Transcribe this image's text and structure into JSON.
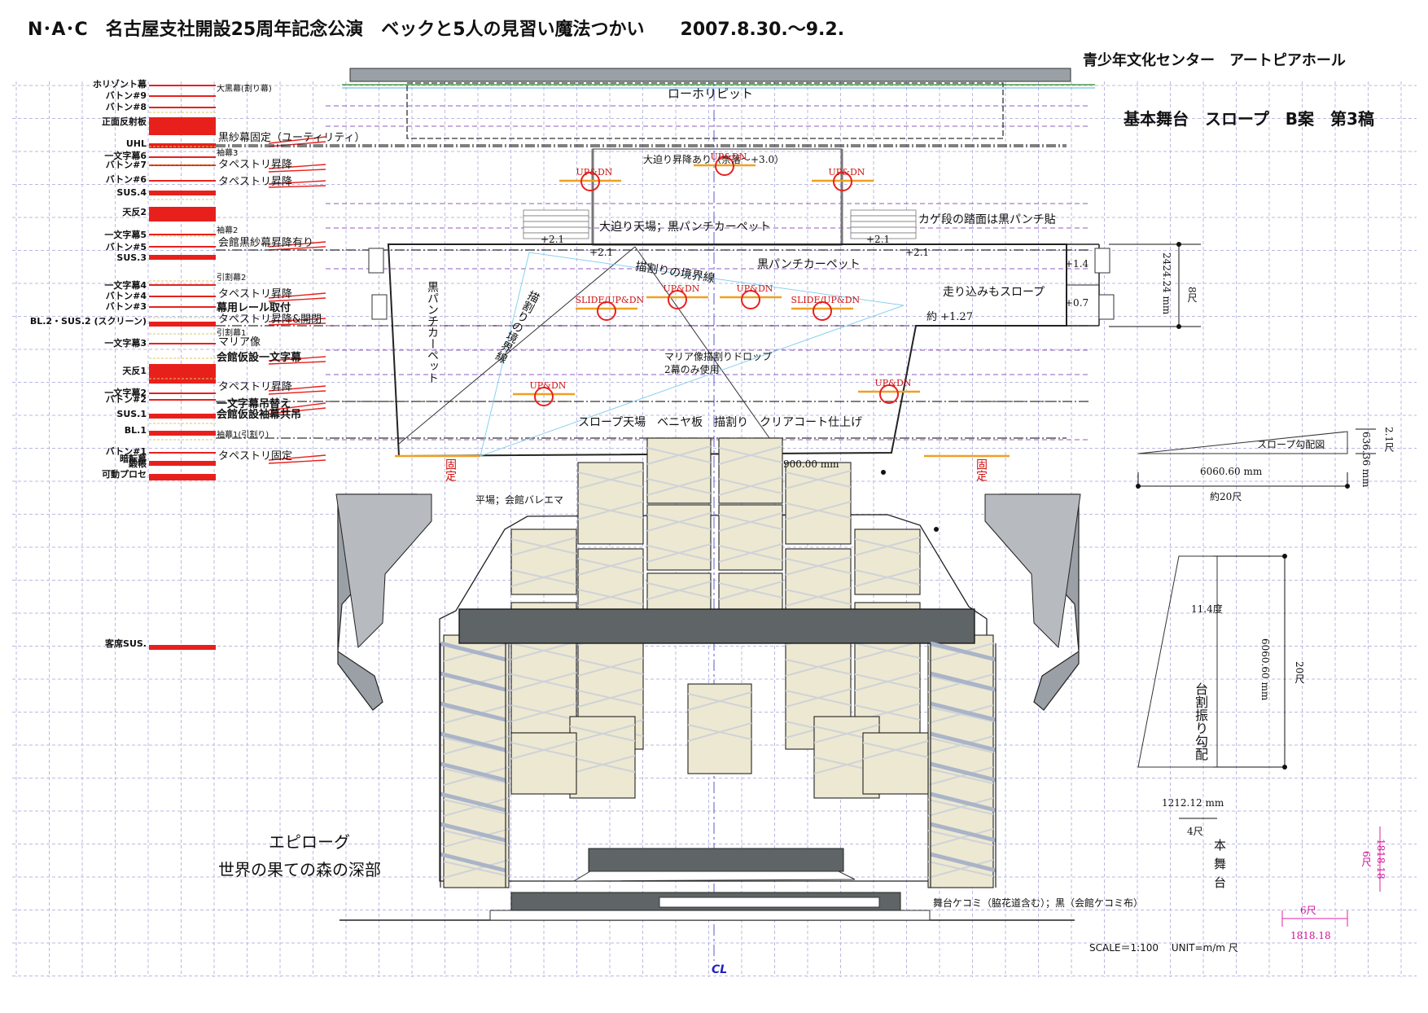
{
  "title": "N･A･C　名古屋支社開設25周年記念公演　ベックと5人の見習い魔法つかい　　2007.8.30.〜9.2.",
  "venue": "青少年文化センター　アートピアホール",
  "plan_title": "基本舞台　スロープ　B案　第3稿",
  "scene": {
    "line1": "エピローグ",
    "line2": "世界の果ての森の深部"
  },
  "scale": "SCALE＝1:100　 UNIT=m/m 尺",
  "cl": "CL",
  "colors": {
    "grid": "#b9b9e3",
    "red": "#e8201c",
    "pink": "#e020a0",
    "flat": "#ede8d2",
    "dark": "#5f6466"
  },
  "fly_left": [
    {
      "t": "ホリゾント幕"
    },
    {
      "t": "バトン#9"
    },
    {
      "t": "バトン#8"
    },
    {
      "t": "正面反射板"
    },
    {
      "t": "UHL"
    },
    {
      "t": "一文字幕6"
    },
    {
      "t": "バトン#7"
    },
    {
      "t": "バトン#6"
    },
    {
      "t": "SUS.4"
    },
    {
      "t": "天反2"
    },
    {
      "t": "一文字幕5"
    },
    {
      "t": "バトン#5"
    },
    {
      "t": "SUS.3"
    },
    {
      "t": "一文字幕4"
    },
    {
      "t": "バトン#4"
    },
    {
      "t": "バトン#3"
    },
    {
      "t": "BL.2・SUS.2 (スクリーン)"
    },
    {
      "t": "一文字幕3"
    },
    {
      "t": "天反1"
    },
    {
      "t": "一文字幕2"
    },
    {
      "t": "バトン#2"
    },
    {
      "t": "SUS.1"
    },
    {
      "t": "BL.1"
    },
    {
      "t": "暗転幕"
    },
    {
      "t": "バトン#1"
    },
    {
      "t": "緞帳"
    },
    {
      "t": "可動プロセ"
    },
    {
      "t": "客席SUS."
    }
  ],
  "fly_right": [
    {
      "t": "大黒幕(割り幕)"
    },
    {
      "t": "黒紗幕固定（ユーティリティ）"
    },
    {
      "t": "袖幕3"
    },
    {
      "t": "タペストリ昇降"
    },
    {
      "t": "タペストリ昇降"
    },
    {
      "t": "袖幕2"
    },
    {
      "t": "会館黒紗幕昇降有り"
    },
    {
      "t": "引割幕2"
    },
    {
      "t": "タペストリ昇降"
    },
    {
      "t": "幕用レール取付"
    },
    {
      "t": "タペストリ昇降&開閉"
    },
    {
      "t": "引割幕1"
    },
    {
      "t": "マリア像"
    },
    {
      "t": "会館仮設一文字幕"
    },
    {
      "t": "タペストリ昇降"
    },
    {
      "t": "一文字幕吊替え"
    },
    {
      "t": "会館仮設袖幕共吊"
    },
    {
      "t": "袖幕1(引割り)"
    },
    {
      "t": "タペストリ固定"
    }
  ],
  "stage": {
    "lowhorizon": "ローホリピット",
    "lift": "大迫り昇降あり（奈落〜+3.0）",
    "lift_top": "大迫り天場；黒パンチカーペット",
    "kage": "カゲ段の踏面は黒パンチ貼",
    "punch": "黒パンチカーペット",
    "punch_v": "黒パンチカーペット",
    "boundary": "描割りの境界線",
    "boundary_v": "描割りの境界線",
    "run": "走り込みもスロープ",
    "approx": "約 +1.27",
    "maria": "マリア像描割りドロップ",
    "maria2": "2幕のみ使用",
    "slope_top": "スロープ天場　ベニヤ板　描割り　クリアコート仕上げ",
    "flat": "平場；会館バレエマ",
    "kick": "舞台ケコミ（脇花道含む）；黒（会館ケコミ布）",
    "fixed": "固定",
    "p21a": "+2.1",
    "p21b": "+2.1",
    "p21c": "+2.1",
    "p21d": "+2.1",
    "p14": "+1.4",
    "p07": "+0.7",
    "dim900": "900.00 mm"
  },
  "updn": [
    "UP&DN",
    "UP&DN",
    "UP&DN",
    "SLIDE/UP&DN",
    "UP&DN",
    "UP&DN",
    "SLIDE/UP&DN",
    "UP&DN",
    "UP&DN"
  ],
  "dims": {
    "d2424": "2424.24 mm",
    "s8": "8尺",
    "slope_fig": "スロープ勾配図",
    "d6060h": "6060.60 mm",
    "s20h": "約20尺",
    "d636": "636.36 mm",
    "s21": "2.1尺",
    "deg": "11.4度",
    "d6060v": "6060.60 mm",
    "s20v": "20尺",
    "rake": "台割振り勾配",
    "d1212": "1212.12 mm",
    "s4": "4尺",
    "main": "本舞台",
    "s6a": "6尺",
    "d1818a": "1818.18",
    "s6b": "6尺",
    "d1818b": "1818.18"
  }
}
